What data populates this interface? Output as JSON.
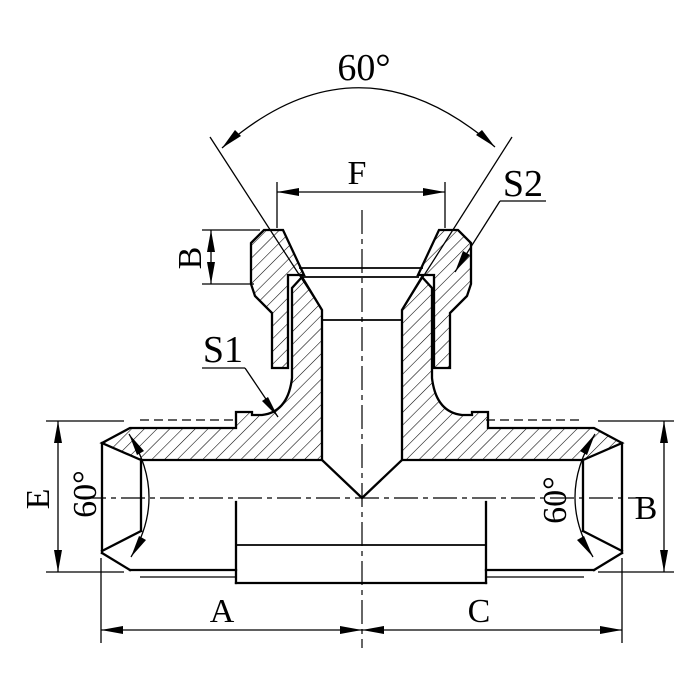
{
  "colors": {
    "line": "#000000",
    "background": "#ffffff"
  },
  "labels": {
    "top_angle": "60°",
    "f_dim": "F",
    "s2": "S2",
    "b_top": "B",
    "s1": "S1",
    "e_dim": "E",
    "left_angle": "60°",
    "right_angle": "60°",
    "b_right": "B",
    "a_dim": "A",
    "c_dim": "C"
  }
}
